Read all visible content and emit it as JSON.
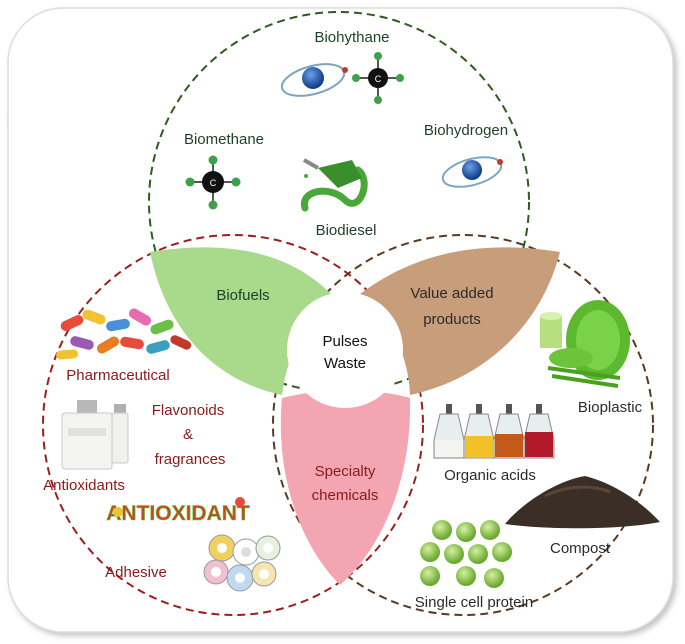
{
  "center": {
    "line1": "Pulses",
    "line2": "Waste"
  },
  "biofuels": {
    "label": "Biofuels",
    "color": "#a9d98a",
    "items": {
      "biohythane": "Biohythane",
      "biomethane": "Biomethane",
      "biohydrogen": "Biohydrogen",
      "biodiesel": "Biodiesel"
    },
    "text_color": "#1f3f2a",
    "border_color": "#2f5a20"
  },
  "value_added": {
    "label_line1": "Value added",
    "label_line2": "products",
    "color": "#c89e7a",
    "items": {
      "bioplastic": "Bioplastic",
      "organic_acids": "Organic acids",
      "compost": "Compost",
      "single_cell_protein": "Single cell protein"
    },
    "text_color": "#2b2b2b",
    "border_color": "#5a3a20"
  },
  "specialty": {
    "label_line1": "Specialty",
    "label_line2": "chemicals",
    "color": "#f3a5b1",
    "items": {
      "pharmaceutical": "Pharmaceutical",
      "flavonoids_line1": "Flavonoids",
      "flavonoids_line2": "&",
      "flavonoids_line3": "fragrances",
      "antioxidants": "Antioxidants",
      "adhesive": "Adhesive"
    },
    "text_color": "#8b1a1a",
    "border_color": "#9a2020"
  },
  "antioxidant_logo_text": "ANTIOXIDANT"
}
